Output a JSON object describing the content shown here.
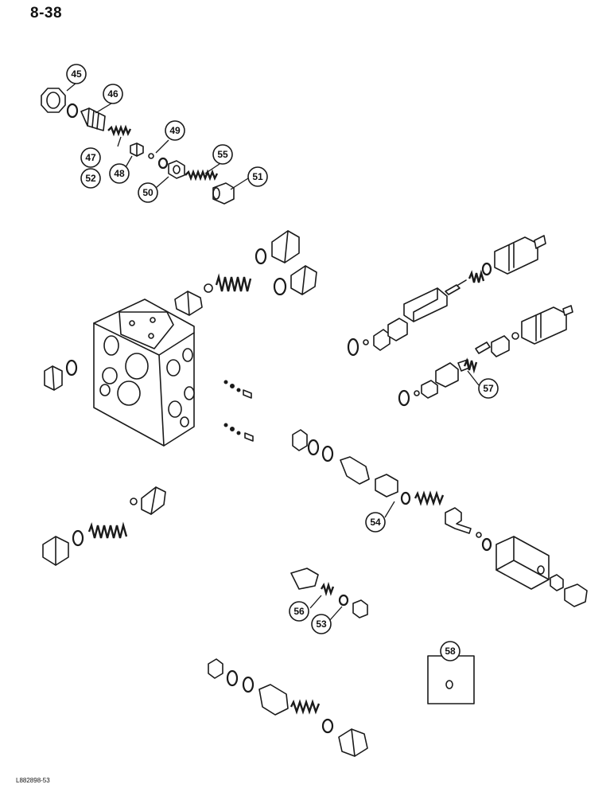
{
  "header": {
    "page_number": "8-38"
  },
  "footer": {
    "drawing_code": "L882898-53"
  },
  "callouts": [
    {
      "id": "c45",
      "label": "45"
    },
    {
      "id": "c46",
      "label": "46"
    },
    {
      "id": "c47",
      "label": "47"
    },
    {
      "id": "c52",
      "label": "52"
    },
    {
      "id": "c48",
      "label": "48"
    },
    {
      "id": "c49",
      "label": "49"
    },
    {
      "id": "c50",
      "label": "50"
    },
    {
      "id": "c55",
      "label": "55"
    },
    {
      "id": "c51",
      "label": "51"
    },
    {
      "id": "c57",
      "label": "57"
    },
    {
      "id": "c54",
      "label": "54"
    },
    {
      "id": "c56",
      "label": "56"
    },
    {
      "id": "c53",
      "label": "53"
    },
    {
      "id": "c58",
      "label": "58"
    }
  ]
}
